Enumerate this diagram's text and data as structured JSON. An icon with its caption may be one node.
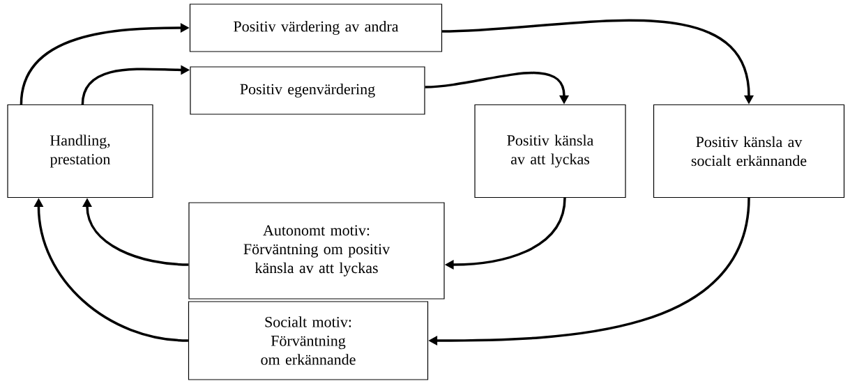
{
  "diagram": {
    "nodes": [
      {
        "text": [
          "Handling, prestation"
        ]
      },
      {
        "text": [
          "Positiv värdering av andra"
        ]
      },
      {
        "text": [
          "Positiv egenvärdering"
        ]
      },
      {
        "text": [
          "Positiv känsla av att lyckas"
        ]
      },
      {
        "text": [
          "Positiv känsla av socialt erkännande"
        ]
      },
      {
        "text": [
          "Autonomt motiv: Förväntning om positiv känsla av att lyckas"
        ]
      },
      {
        "text": [
          "Socialt motiv: Förväntning om erkännande"
        ]
      }
    ],
    "edges": [
      {
        "from": 0,
        "to": 1,
        "arrow": "to"
      },
      {
        "from": 0,
        "to": 2,
        "arrow": "to"
      },
      {
        "from": 1,
        "to": 4,
        "arrow": "to"
      },
      {
        "from": 2,
        "to": 3,
        "arrow": "to"
      },
      {
        "from": 3,
        "to": 5,
        "arrow": "to"
      },
      {
        "from": 5,
        "to": 0,
        "arrow": "to"
      },
      {
        "from": 4,
        "to": 6,
        "arrow": "to"
      },
      {
        "from": 6,
        "to": 0,
        "arrow": "to"
      }
    ]
  }
}
